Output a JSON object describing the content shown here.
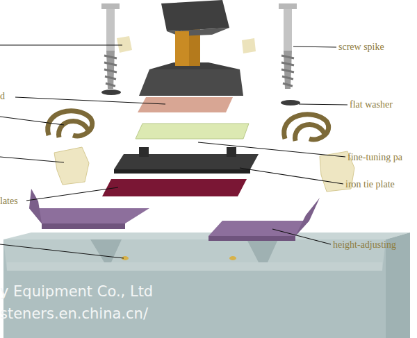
{
  "diagram": {
    "labels": [
      "screw spike",
      "d",
      "flat washer",
      "fine-tuning pa",
      "iron tie plate",
      "lates",
      "height-adjusting",
      "y Equipment Co., Ltd",
      "steners.en.china.cn/"
    ]
  }
}
